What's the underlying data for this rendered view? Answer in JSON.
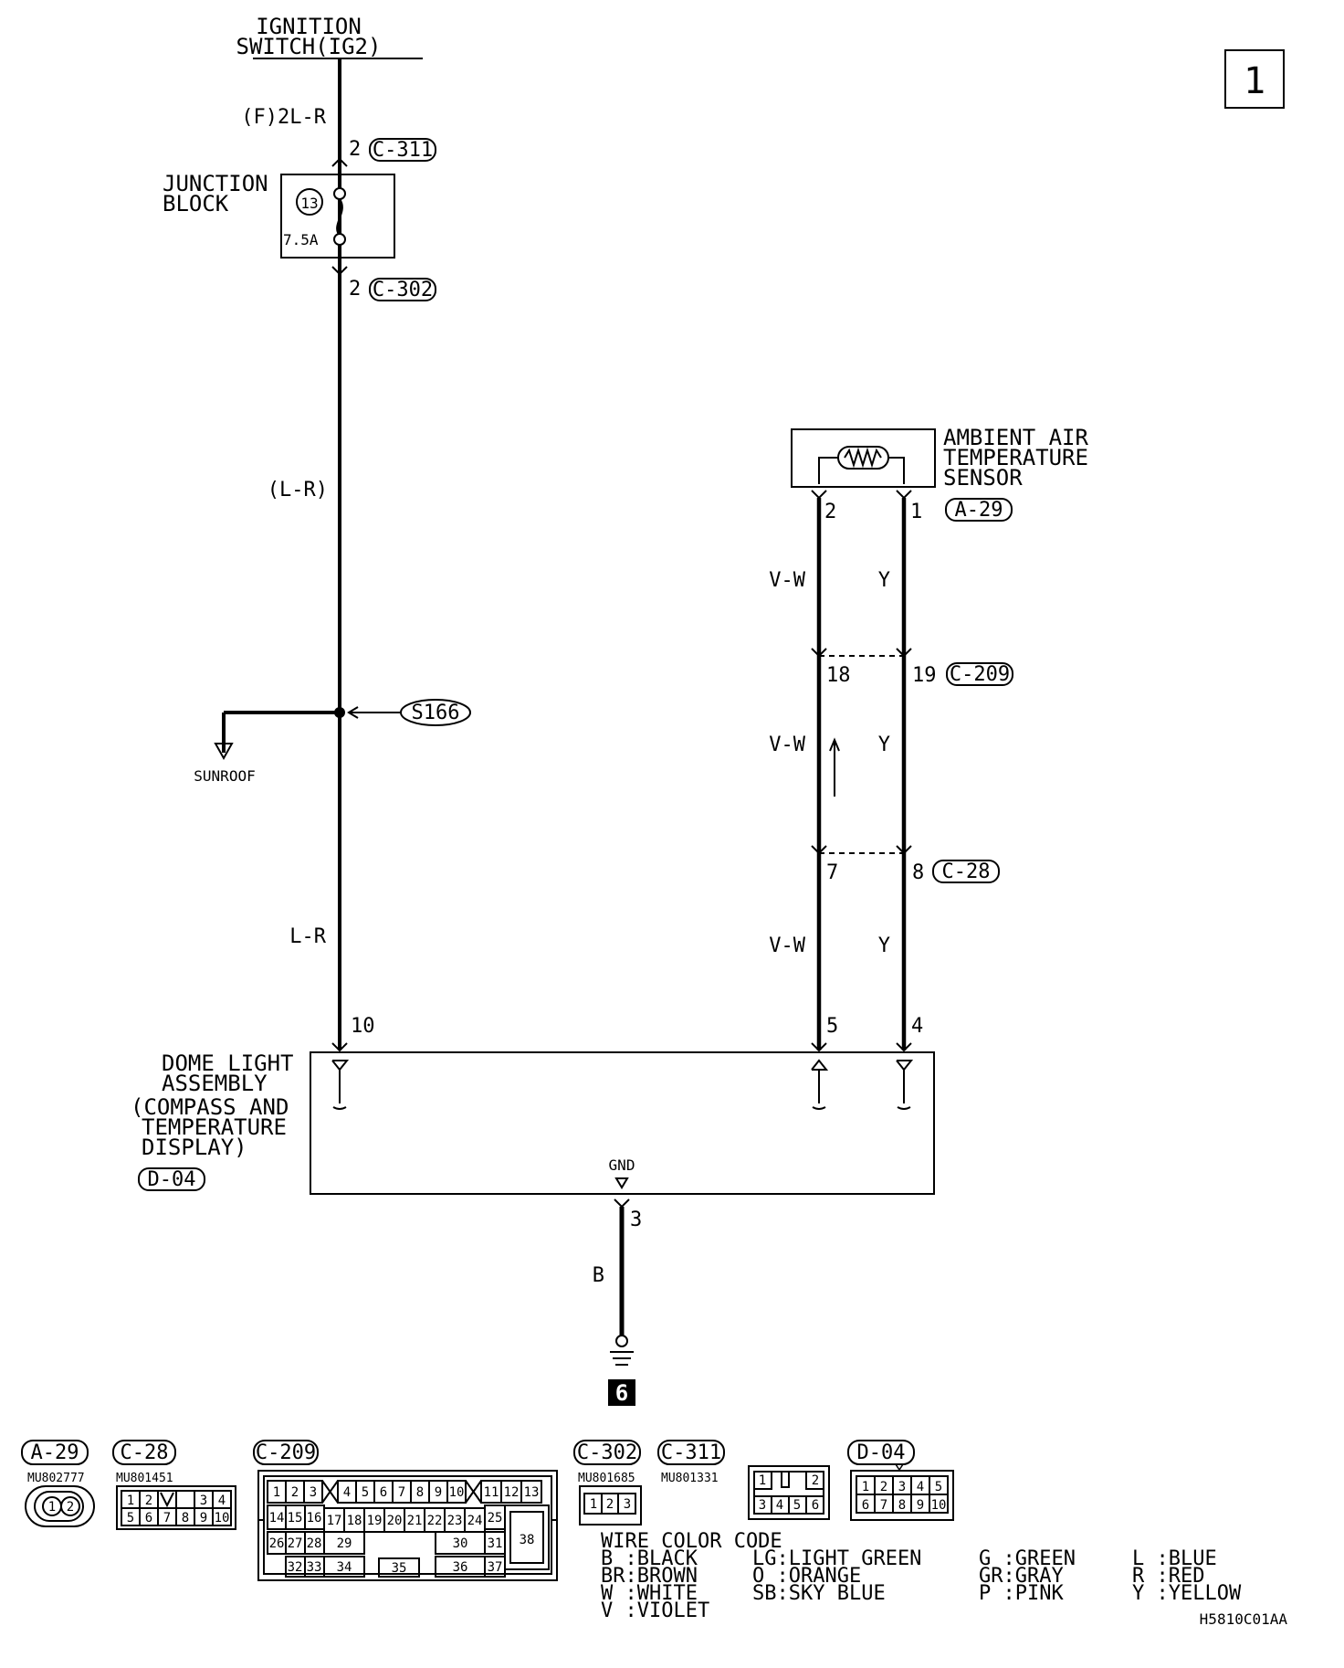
{
  "page_number": "1",
  "figure_code": "H5810C01AA",
  "ignition": {
    "line1": "IGNITION",
    "line2": "SWITCH(IG2)"
  },
  "wires": {
    "f_2lr": "(F)2L-R",
    "lr_paren": "(L-R)",
    "lr": "L-R",
    "vw": "V-W",
    "y": "Y",
    "b": "B"
  },
  "junction_block": {
    "line1": "JUNCTION",
    "line2": "BLOCK",
    "fuse_number": "13",
    "fuse_rating": "7.5A"
  },
  "connectors": {
    "c311_label": "C-311",
    "c311_pin": "2",
    "c302_label": "C-302",
    "c302_pin": "2",
    "c209_label": "C-209",
    "c209_pin_left": "18",
    "c209_pin_right": "19",
    "c28_label": "C-28",
    "c28_pin_left": "7",
    "c28_pin_right": "8",
    "a29_label": "A-29",
    "a29_pin_left": "2",
    "a29_pin_right": "1",
    "d04_label": "D-04",
    "d04_pin_10": "10",
    "d04_pin_5": "5",
    "d04_pin_4": "4",
    "d04_pin_3": "3"
  },
  "splice": {
    "label": "S166",
    "branch_label": "SUNROOF"
  },
  "sensor": {
    "line1": "AMBIENT AIR",
    "line2": "TEMPERATURE",
    "line3": "SENSOR"
  },
  "dome_light": {
    "line1": "DOME LIGHT",
    "line2": "ASSEMBLY",
    "line3": "(COMPASS AND",
    "line4": "TEMPERATURE",
    "line5": "DISPLAY)",
    "gnd": "GND"
  },
  "ground_number": "6",
  "connector_legend": [
    {
      "label": "A-29",
      "part": "MU802777",
      "pins": [
        "1",
        "2"
      ]
    },
    {
      "label": "C-28",
      "part": "MU801451",
      "pins": [
        "1",
        "2",
        "3",
        "4",
        "5",
        "6",
        "7",
        "8",
        "9",
        "10"
      ]
    },
    {
      "label": "C-209",
      "part": "",
      "pins": [
        "1",
        "2",
        "3",
        "4",
        "5",
        "6",
        "7",
        "8",
        "9",
        "10",
        "11",
        "12",
        "13",
        "14",
        "15",
        "16",
        "17",
        "18",
        "19",
        "20",
        "21",
        "22",
        "23",
        "24",
        "25",
        "26",
        "27",
        "28",
        "29",
        "30",
        "31",
        "32",
        "33",
        "34",
        "35",
        "36",
        "37",
        "38"
      ]
    },
    {
      "label": "C-302",
      "part": "MU801685",
      "pins": [
        "1",
        "2",
        "3"
      ]
    },
    {
      "label": "C-311",
      "part": "MU801331",
      "pins": [
        "1",
        "2",
        "3",
        "4",
        "5",
        "6"
      ]
    },
    {
      "label": "D-04",
      "part": "",
      "pins": [
        "1",
        "2",
        "3",
        "4",
        "5",
        "6",
        "7",
        "8",
        "9",
        "10"
      ]
    }
  ],
  "color_code": {
    "title": "WIRE COLOR CODE",
    "entries": [
      "B :BLACK",
      "BR:BROWN",
      "W :WHITE",
      "V :VIOLET",
      "LG:LIGHT GREEN",
      "O :ORANGE",
      "SB:SKY BLUE",
      "G :GREEN",
      "GR:GRAY",
      "P :PINK",
      "L :BLUE",
      "R :RED",
      "Y :YELLOW"
    ]
  }
}
